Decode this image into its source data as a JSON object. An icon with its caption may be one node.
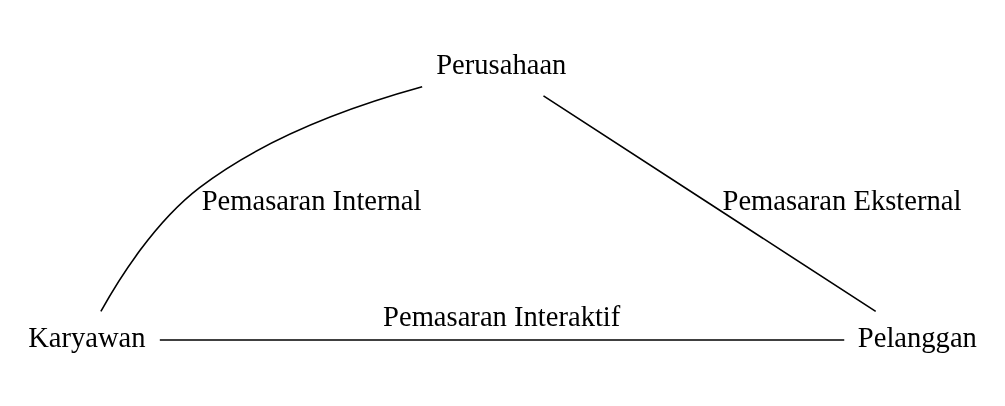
{
  "diagram": {
    "nodes": [
      {
        "text": [
          "Perusahaan"
        ]
      },
      {
        "text": [
          "Karyawan"
        ]
      },
      {
        "text": [
          "Pelanggan"
        ]
      }
    ],
    "edges": [
      {
        "from": 0,
        "to": 1,
        "arrow": "none",
        "label": "Pemasaran Internal"
      },
      {
        "from": 0,
        "to": 2,
        "arrow": "none",
        "label": "Pemasaran Eksternal"
      },
      {
        "from": 1,
        "to": 2,
        "arrow": "none",
        "label": "Pemasaran Interaktif"
      }
    ]
  }
}
